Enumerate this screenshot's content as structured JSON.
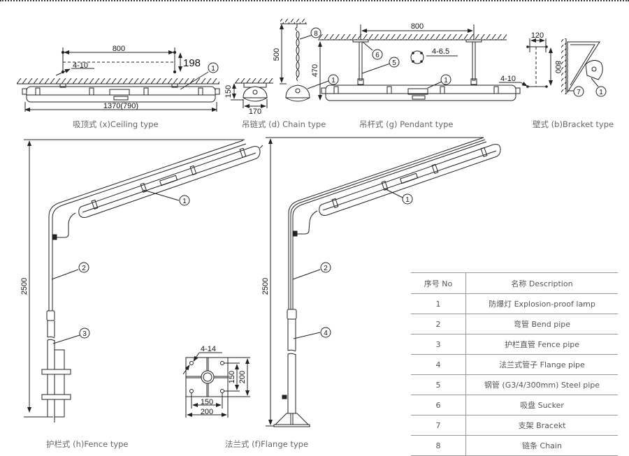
{
  "captions": {
    "ceiling": "吸顶式 (x)Ceiling type",
    "chain": "吊链式 (d) Chain type",
    "pendant": "吊杆式 (g) Pendant type",
    "bracket": "壁式 (b)Bracket type",
    "fence": "护栏式 (h)Fence type",
    "flange": "法兰式 (f)Flange type"
  },
  "dimensions": {
    "ceiling": {
      "spacing": "800",
      "height": "198",
      "holes": "4-10",
      "length": "1370(790)"
    },
    "chain": {
      "drop": "500",
      "height": "150",
      "width": "170"
    },
    "pendant": {
      "spacing": "800",
      "drop": "470",
      "holes": "4-6.5"
    },
    "bracket": {
      "width": "120",
      "height": "800",
      "holes": "4-10"
    },
    "fence": {
      "height": "2500"
    },
    "flange": {
      "height": "2500",
      "holes": "4-14",
      "inner": "150",
      "outer": "200",
      "inner_v": "150",
      "outer_v": "200"
    }
  },
  "callouts": [
    "1",
    "2",
    "3",
    "4",
    "5",
    "6",
    "7",
    "8"
  ],
  "legend": {
    "header": {
      "no": "序号 No",
      "desc": "名称 Description"
    },
    "rows": [
      {
        "no": "1",
        "desc": "防爆灯 Explosion-proof lamp"
      },
      {
        "no": "2",
        "desc": "弯管 Bend pipe"
      },
      {
        "no": "3",
        "desc": "护栏直管 Fence pipe"
      },
      {
        "no": "4",
        "desc": "法兰式管子 Flange pipe"
      },
      {
        "no": "5",
        "desc": "钢管 (G3/4/300mm) Steel pipe"
      },
      {
        "no": "6",
        "desc": "吸盘 Sucker"
      },
      {
        "no": "7",
        "desc": "支架 Bracekt"
      },
      {
        "no": "8",
        "desc": "链条 Chain"
      }
    ]
  }
}
